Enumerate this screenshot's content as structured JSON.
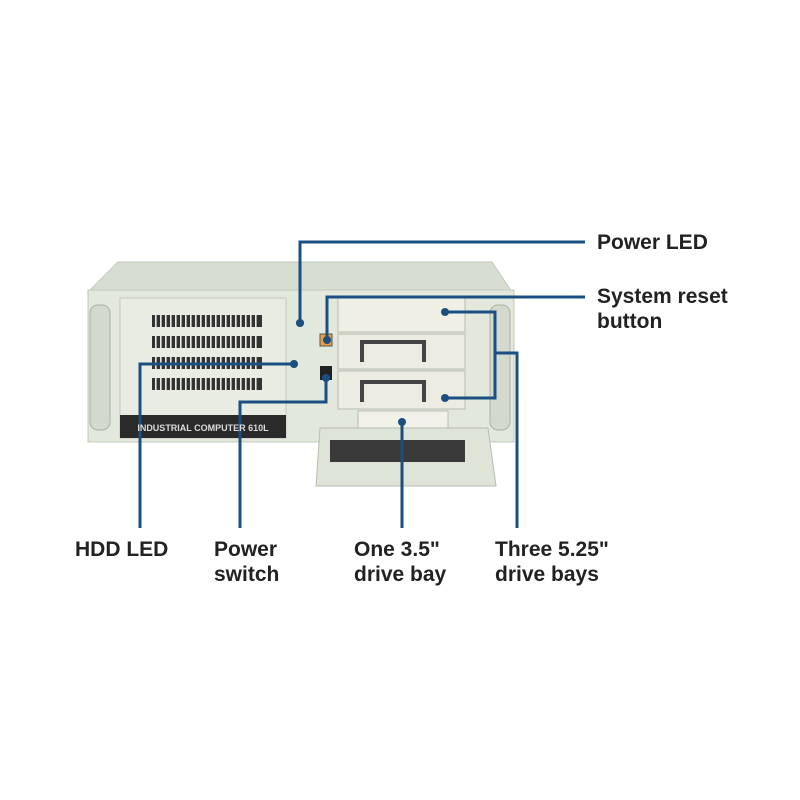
{
  "title_labels": {
    "power_led": "Power LED",
    "system_reset_1": "System reset",
    "system_reset_2": "button",
    "hdd_led": "HDD LED",
    "power_switch_1": "Power",
    "power_switch_2": "switch",
    "drive_35_1": "One 3.5\"",
    "drive_35_2": "drive bay",
    "drive_525_1": "Three 5.25\"",
    "drive_525_2": "drive bays"
  },
  "device": {
    "front_label": "INDUSTRIAL COMPUTER 610L"
  },
  "colors": {
    "callout": "#1b4f82",
    "chassis": "#e3e8dc",
    "label_band": "#2a2a2a"
  }
}
